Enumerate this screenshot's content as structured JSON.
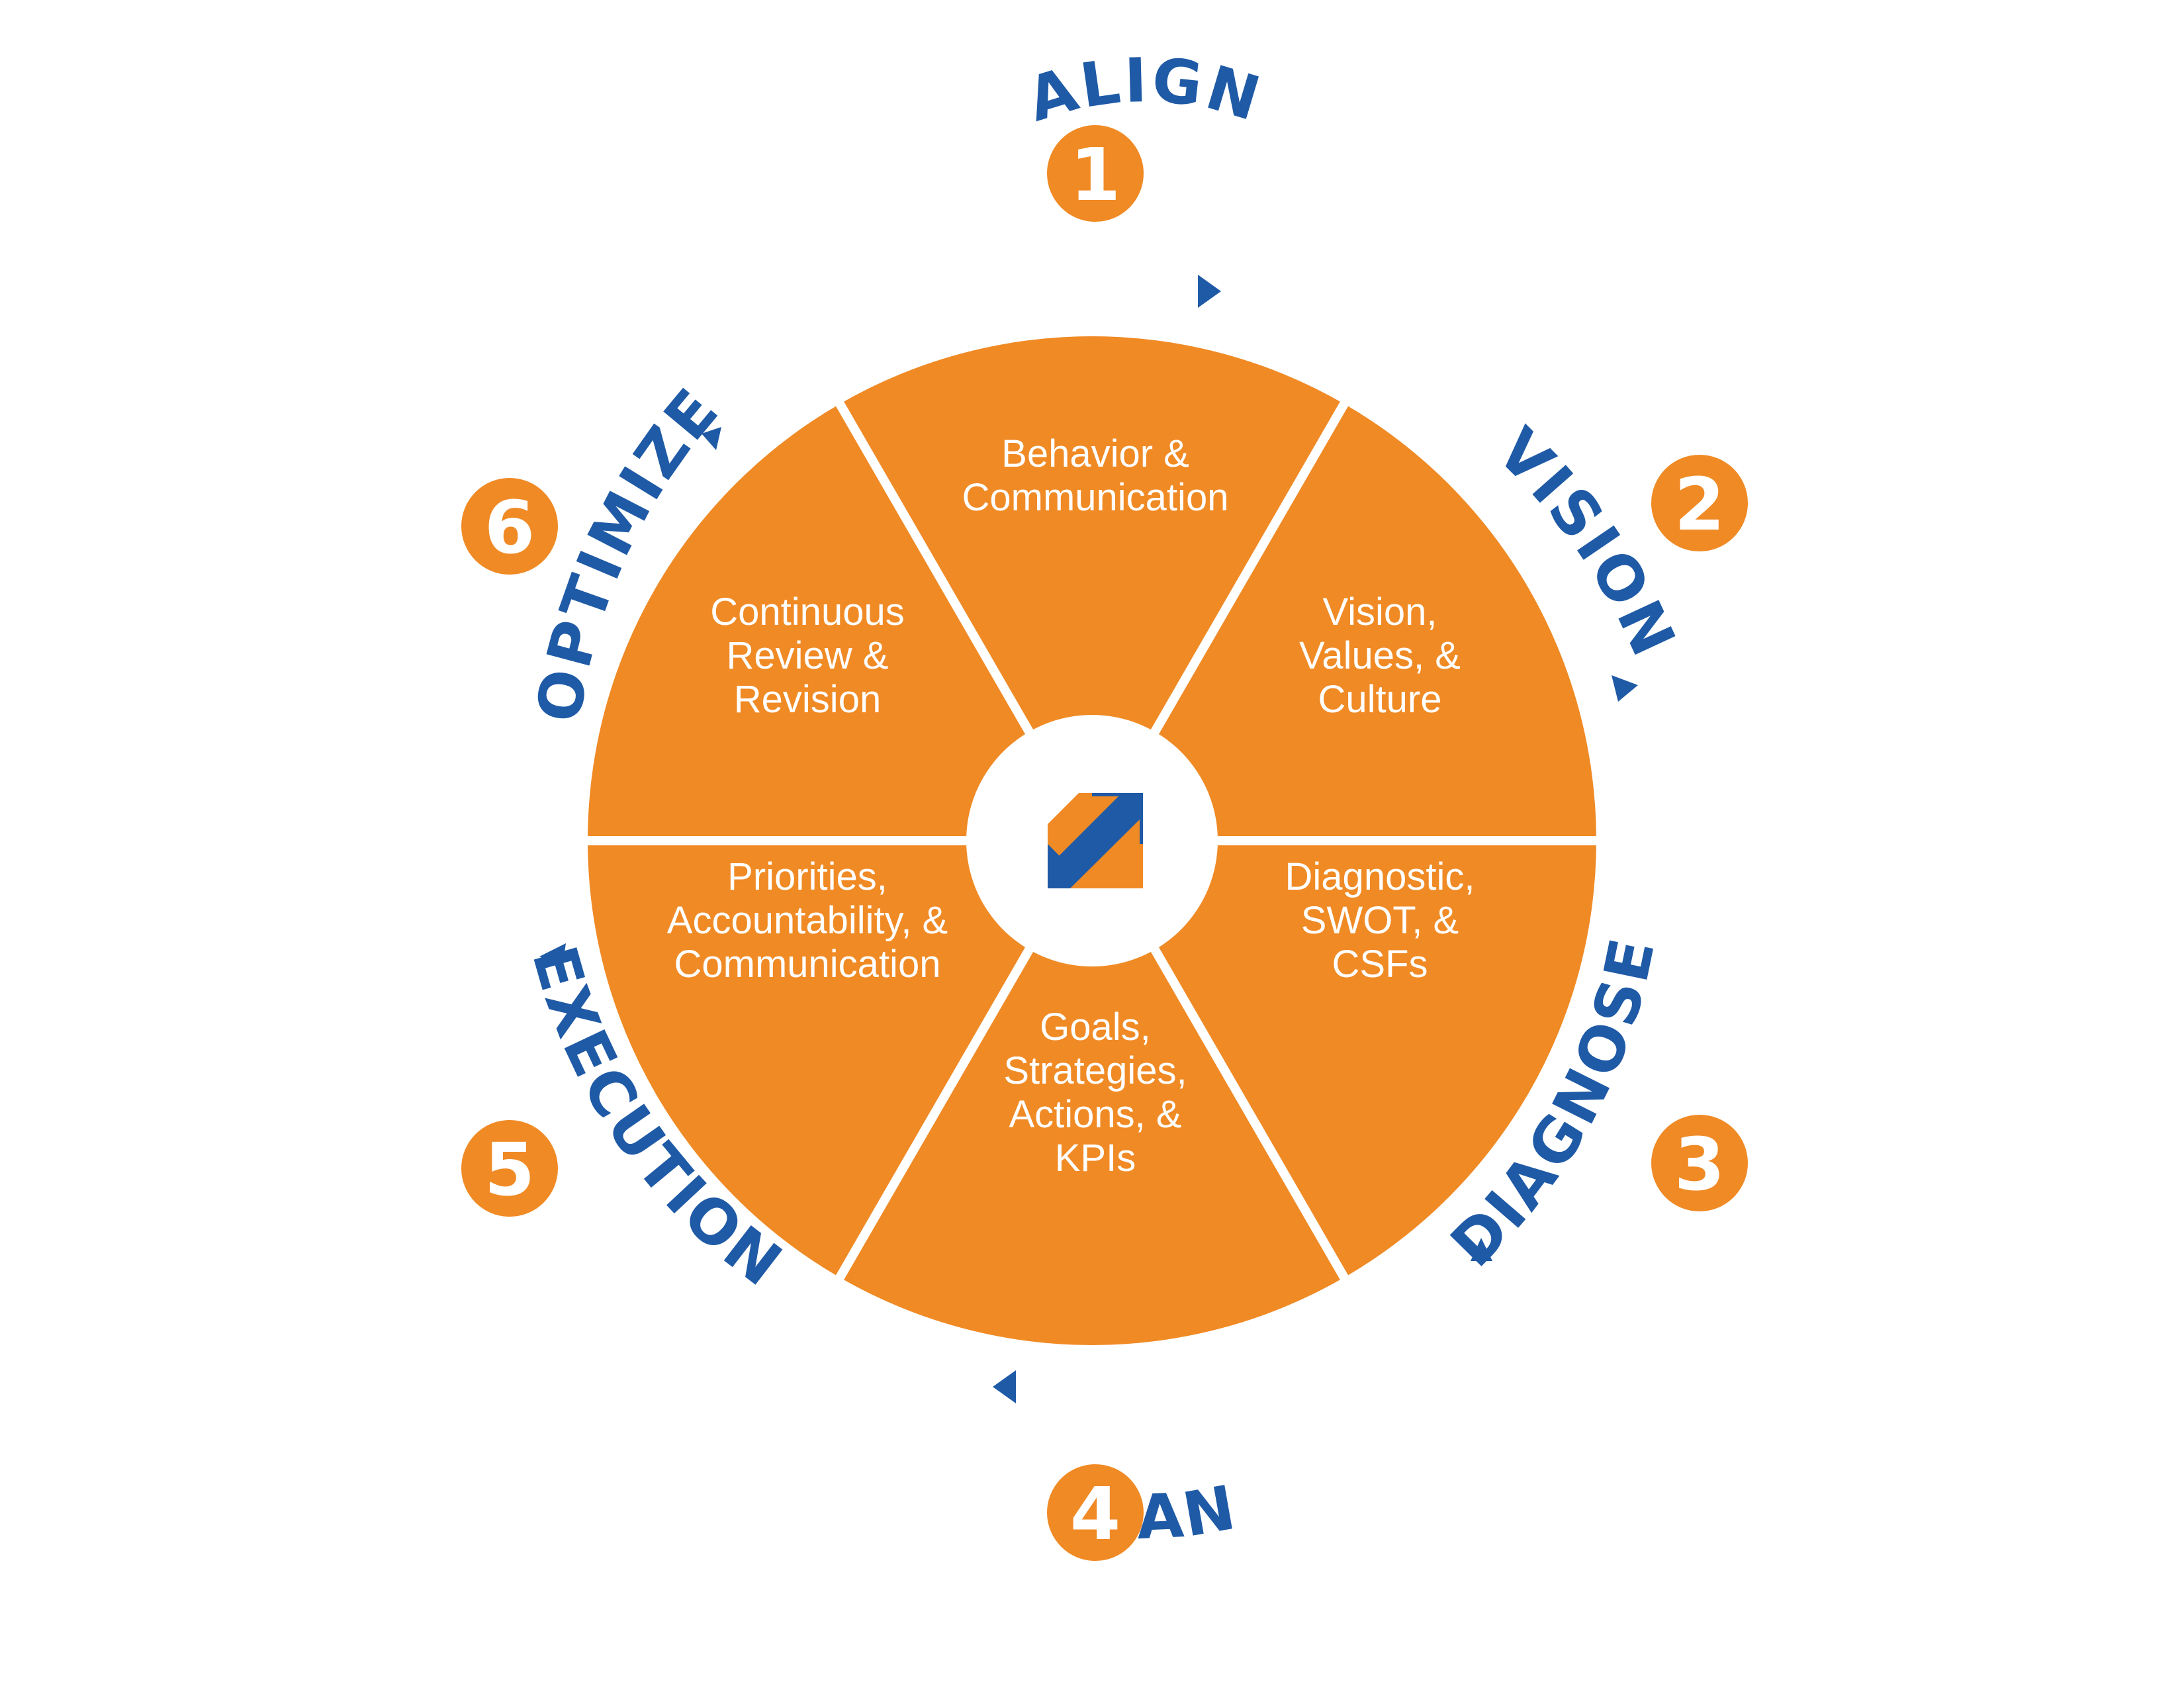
{
  "colors": {
    "orange": "#f08a25",
    "blue": "#1f5aa6",
    "white": "#ffffff"
  },
  "center_logo": {
    "icon": "arrow-up-right-logo-icon"
  },
  "segments": [
    {
      "id": "align",
      "lines": [
        "Behavior &",
        "Communication"
      ]
    },
    {
      "id": "vision",
      "lines": [
        "Vision,",
        "Values, &",
        "Culture"
      ]
    },
    {
      "id": "diagnose",
      "lines": [
        "Diagnostic,",
        "SWOT, &",
        "CSFs"
      ]
    },
    {
      "id": "plan",
      "lines": [
        "Goals,",
        "Strategies,",
        "Actions, &",
        "KPIs"
      ]
    },
    {
      "id": "execution",
      "lines": [
        "Priorities,",
        "Accountability, &",
        "Communication"
      ]
    },
    {
      "id": "optimize",
      "lines": [
        "Continuous",
        "Review &",
        "Revision"
      ]
    }
  ],
  "stages": [
    {
      "number": "1",
      "label": "ALIGN"
    },
    {
      "number": "2",
      "label": "VISION"
    },
    {
      "number": "3",
      "label": "DIAGNOSE"
    },
    {
      "number": "4",
      "label": "PLAN"
    },
    {
      "number": "5",
      "label": "EXECUTION"
    },
    {
      "number": "6",
      "label": "OPTIMIZE"
    }
  ]
}
